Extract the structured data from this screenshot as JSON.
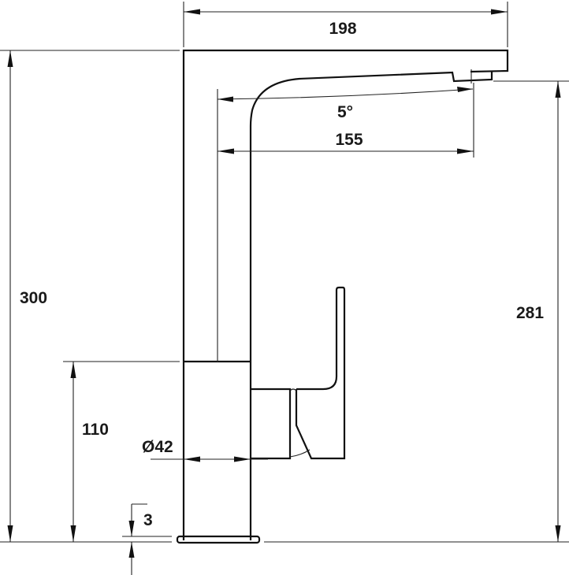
{
  "drawing": {
    "subject": "Kitchen mixer tap technical drawing",
    "units": "mm",
    "colors": {
      "line": "#111111",
      "background": "#ffffff"
    }
  },
  "dimensions": {
    "overall_width": "198",
    "spout_reach": "155",
    "spout_angle": "5°",
    "overall_height": "300",
    "outlet_height": "281",
    "body_lower_height": "110",
    "body_diameter": "Ø42",
    "base_plate_thickness": "3"
  }
}
